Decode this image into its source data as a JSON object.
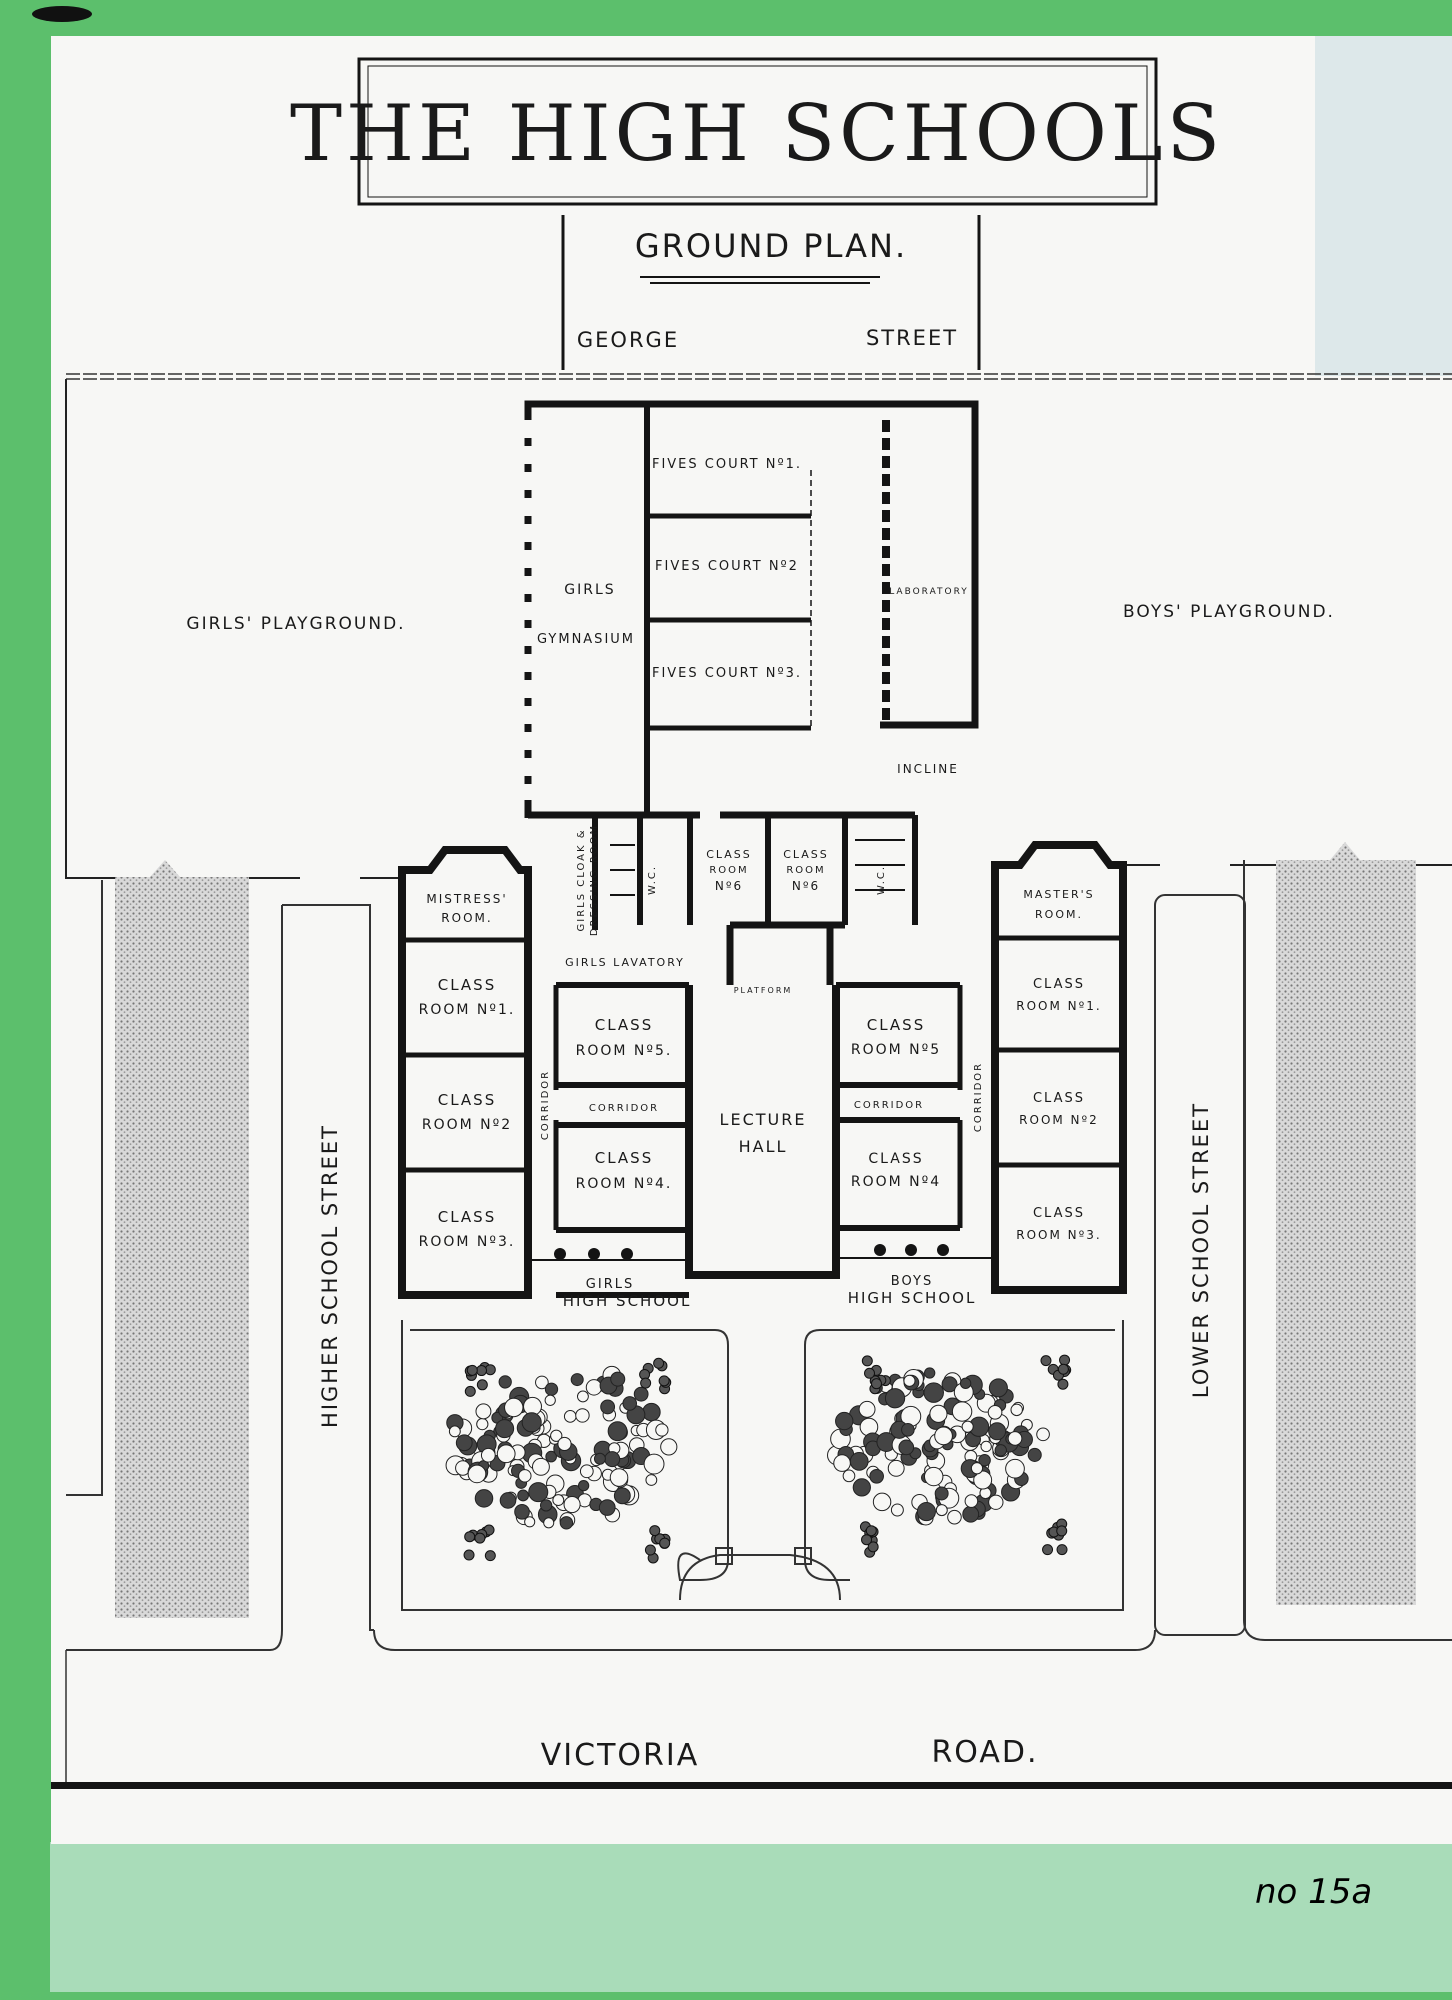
{
  "title": "THE HIGH SCHOOLS",
  "subtitle": "GROUND PLAN.",
  "streets": {
    "top": [
      "GEORGE",
      "STREET"
    ],
    "bottom": [
      "VICTORIA",
      "ROAD."
    ],
    "left": "HIGHER SCHOOL STREET",
    "right": "LOWER SCHOOL STREET"
  },
  "areas": {
    "girls_playground": "GIRLS' PLAYGROUND.",
    "boys_playground": "BOYS' PLAYGROUND.",
    "girls_high_school": [
      "GIRLS",
      "HIGH SCHOOL"
    ],
    "boys_high_school": [
      "BOYS",
      "HIGH SCHOOL"
    ]
  },
  "rooms": {
    "fives_court_1": "FIVES COURT Nº1.",
    "fives_court_2": "FIVES COURT Nº2",
    "fives_court_3": "FIVES COURT Nº3.",
    "girls_gymnasium": [
      "GIRLS",
      "GYMNASIUM"
    ],
    "laboratory": "LABORATORY",
    "incline": "INCLINE",
    "girls_cloak": [
      "GIRLS CLOAK &",
      "DRESSING ROOM"
    ],
    "wc_left": "W.C.",
    "wc_right": "W.C.",
    "class_room_6a": [
      "CLASS",
      "ROOM",
      "Nº6"
    ],
    "class_room_6b": [
      "CLASS",
      "ROOM",
      "Nº6"
    ],
    "girls_lavatory": "GIRLS LAVATORY",
    "platform": "PLATFORM",
    "lecture_hall": [
      "LECTURE",
      "HALL"
    ],
    "mistress_room": [
      "MISTRESS'",
      "ROOM."
    ],
    "masters_room": [
      "MASTER'S",
      "ROOM."
    ],
    "girls_class_1": [
      "CLASS",
      "ROOM Nº1."
    ],
    "girls_class_2": [
      "CLASS",
      "ROOM Nº2"
    ],
    "girls_class_3": [
      "CLASS",
      "ROOM Nº3."
    ],
    "girls_class_5": [
      "CLASS",
      "ROOM Nº5."
    ],
    "girls_class_4": [
      "CLASS",
      "ROOM Nº4."
    ],
    "boys_class_5": [
      "CLASS",
      "ROOM Nº5"
    ],
    "boys_class_4": [
      "CLASS",
      "ROOM Nº4"
    ],
    "boys_class_1": [
      "CLASS",
      "ROOM Nº1."
    ],
    "boys_class_2": [
      "CLASS",
      "ROOM Nº2"
    ],
    "boys_class_3": [
      "CLASS",
      "ROOM Nº3."
    ],
    "corridor_h_left": "CORRIDOR",
    "corridor_h_right": "CORRIDOR",
    "corridor_v_left": "CORRIDOR",
    "corridor_v_right": "CORRIDOR"
  },
  "annotation": "no 15a",
  "colors": {
    "border_green": "#5cbf6c",
    "mount_mint": "#a9dcb9",
    "paper": "#f7f7f5",
    "ink": "#141414",
    "hatch": "#9a9a9a"
  }
}
